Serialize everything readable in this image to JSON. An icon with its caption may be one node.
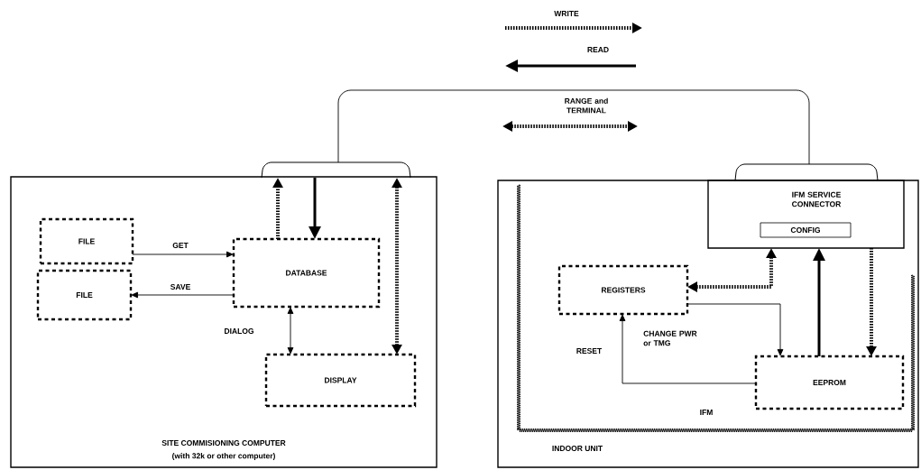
{
  "diagram": {
    "nodes": [
      {
        "text": [
          "SITE COMMISIONING COMPUTER",
          "(with 32k or other computer)"
        ]
      },
      {
        "text": [
          "FILE"
        ],
        "in": 0
      },
      {
        "text": [
          "FILE"
        ],
        "in": 0
      },
      {
        "text": [
          "DATABASE"
        ],
        "in": 0
      },
      {
        "text": [
          "DISPLAY"
        ],
        "in": 0
      },
      {
        "text": [],
        "shape": "oval"
      },
      {
        "text": [],
        "shape": "oval"
      },
      {
        "text": [
          "INDOOR UNIT"
        ]
      },
      {
        "text": [
          "IFM"
        ],
        "in": 7
      },
      {
        "text": [
          "IFM SERVICE CONNECTOR"
        ],
        "in": 8
      },
      {
        "text": [
          "CONFIG"
        ],
        "in": 9
      },
      {
        "text": [
          "REGISTERS"
        ],
        "in": 8
      },
      {
        "text": [
          "EEPROM"
        ],
        "in": 8
      }
    ],
    "edges": [
      {
        "from": 5,
        "to": 6,
        "arrow": "none"
      },
      {
        "from": 3,
        "to": 5,
        "arrow": "to",
        "style": "dashed"
      },
      {
        "from": 5,
        "to": 3,
        "arrow": "to",
        "style": "thick"
      },
      {
        "from": 4,
        "to": 5,
        "arrow": "both",
        "style": "dashed"
      },
      {
        "from": 1,
        "to": 3,
        "arrow": "to",
        "label": "GET"
      },
      {
        "from": 3,
        "to": 2,
        "arrow": "to",
        "label": "SAVE"
      },
      {
        "from": 3,
        "to": 4,
        "arrow": "both",
        "label": "DIALOG"
      },
      {
        "from": 12,
        "to": 9,
        "arrow": "to",
        "style": "thick"
      },
      {
        "from": 9,
        "to": 12,
        "arrow": "to",
        "style": "dashed"
      },
      {
        "from": 9,
        "to": 11,
        "arrow": "both",
        "style": "dashed"
      },
      {
        "from": 11,
        "to": 12,
        "arrow": "to",
        "label": "CHANGE PWR or TMG"
      },
      {
        "from": 12,
        "to": 11,
        "arrow": "to",
        "label": "RESET"
      }
    ],
    "legend": [
      {
        "text": "WRITE"
      },
      {
        "text": "READ"
      },
      {
        "text": "RANGE and TERMINAL"
      }
    ]
  }
}
